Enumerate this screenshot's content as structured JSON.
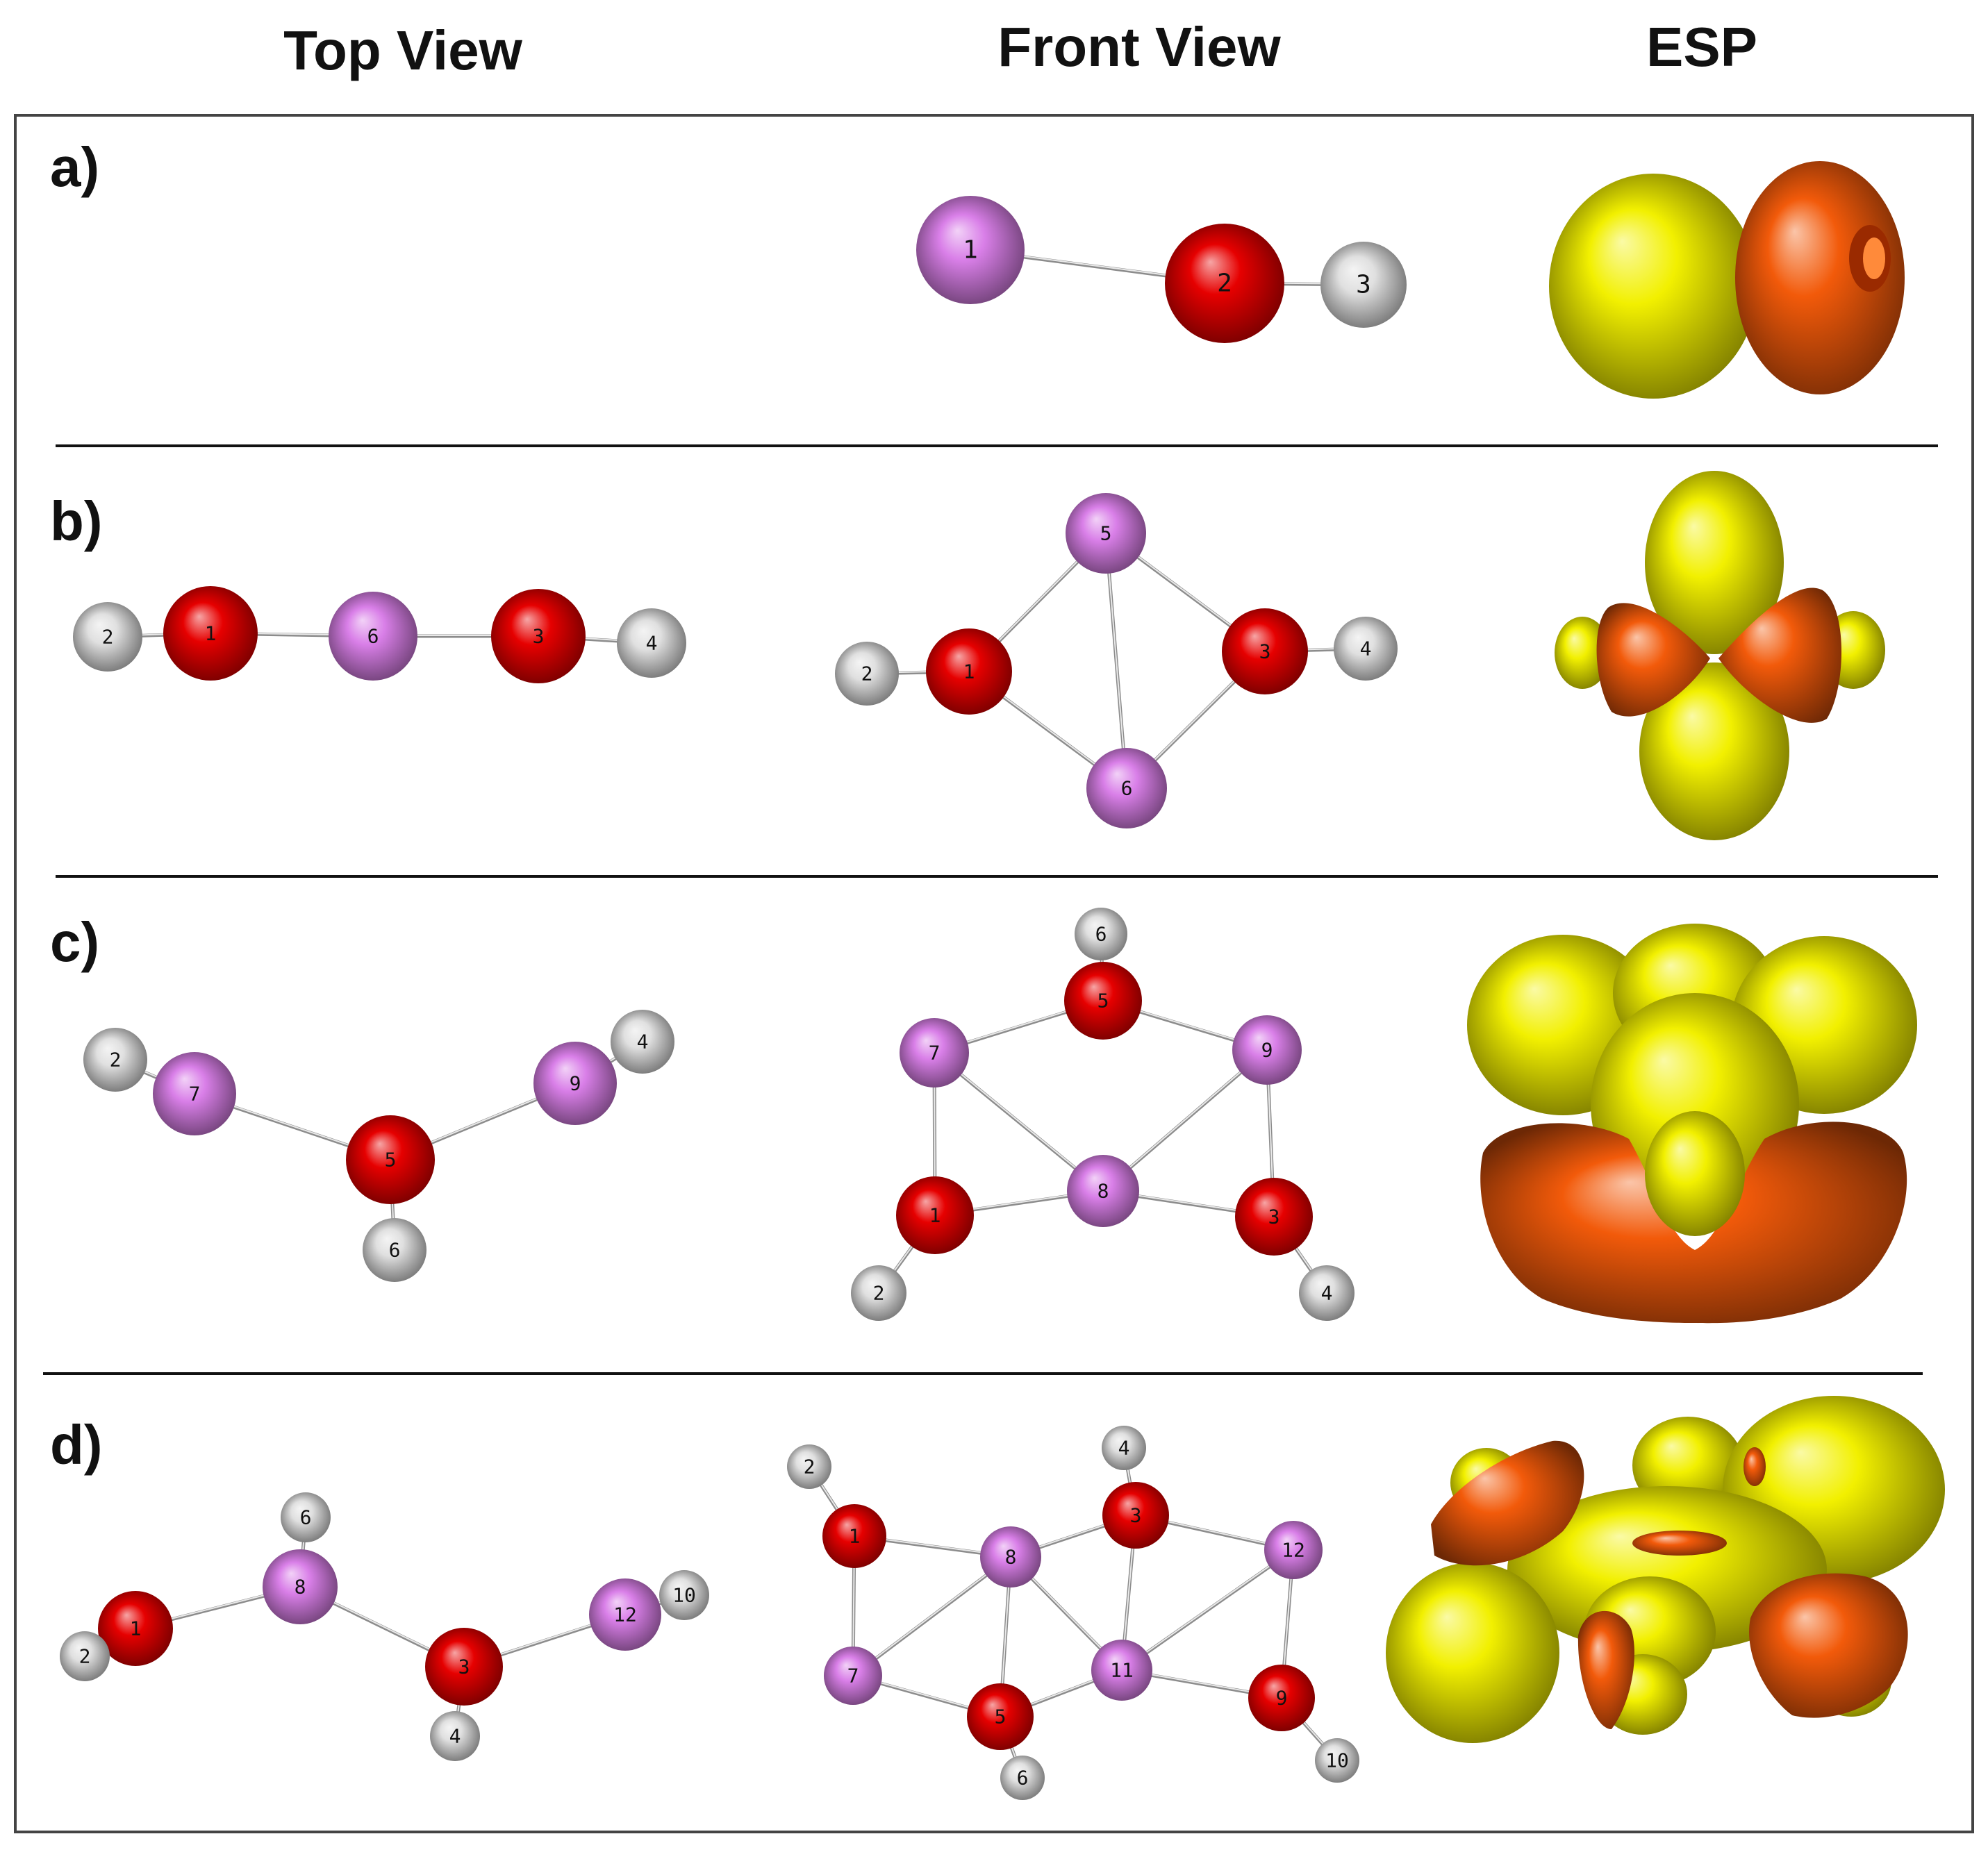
{
  "column_titles": [
    "Top View",
    "Front View",
    "ESP"
  ],
  "panel_labels": [
    "a)",
    "b)",
    "c)",
    "d)"
  ],
  "colors": {
    "I": "#d97fe8",
    "O": "#e60000",
    "H": "#e0e0e0",
    "esp_positive": "#f2f000",
    "esp_negative": "#f25a0a"
  },
  "panels": {
    "a": {
      "front": {
        "atoms": [
          {
            "n": "1",
            "el": "I"
          },
          {
            "n": "2",
            "el": "O"
          },
          {
            "n": "3",
            "el": "H"
          }
        ]
      }
    },
    "b": {
      "top": {
        "atoms": [
          {
            "n": "2",
            "el": "H"
          },
          {
            "n": "1",
            "el": "O"
          },
          {
            "n": "6",
            "el": "I"
          },
          {
            "n": "3",
            "el": "O"
          },
          {
            "n": "4",
            "el": "H"
          }
        ]
      },
      "front": {
        "atoms": [
          {
            "n": "5",
            "el": "I"
          },
          {
            "n": "2",
            "el": "H"
          },
          {
            "n": "1",
            "el": "O"
          },
          {
            "n": "3",
            "el": "O"
          },
          {
            "n": "4",
            "el": "H"
          },
          {
            "n": "6",
            "el": "I"
          }
        ]
      }
    },
    "c": {
      "top": {
        "atoms": [
          {
            "n": "2",
            "el": "H"
          },
          {
            "n": "7",
            "el": "I"
          },
          {
            "n": "9",
            "el": "I"
          },
          {
            "n": "4",
            "el": "H"
          },
          {
            "n": "5",
            "el": "O"
          },
          {
            "n": "6",
            "el": "H"
          }
        ]
      },
      "front": {
        "atoms": [
          {
            "n": "6",
            "el": "H"
          },
          {
            "n": "5",
            "el": "O"
          },
          {
            "n": "7",
            "el": "I"
          },
          {
            "n": "9",
            "el": "I"
          },
          {
            "n": "8",
            "el": "I"
          },
          {
            "n": "1",
            "el": "O"
          },
          {
            "n": "3",
            "el": "O"
          },
          {
            "n": "2",
            "el": "H"
          },
          {
            "n": "4",
            "el": "H"
          }
        ]
      }
    },
    "d": {
      "top": {
        "atoms": [
          {
            "n": "6",
            "el": "H"
          },
          {
            "n": "8",
            "el": "I"
          },
          {
            "n": "1",
            "el": "O"
          },
          {
            "n": "2",
            "el": "H"
          },
          {
            "n": "3",
            "el": "O"
          },
          {
            "n": "4",
            "el": "H"
          },
          {
            "n": "12",
            "el": "I"
          },
          {
            "n": "10",
            "el": "H"
          }
        ]
      },
      "front": {
        "atoms": [
          {
            "n": "2",
            "el": "H"
          },
          {
            "n": "4",
            "el": "H"
          },
          {
            "n": "1",
            "el": "O"
          },
          {
            "n": "3",
            "el": "O"
          },
          {
            "n": "8",
            "el": "I"
          },
          {
            "n": "12",
            "el": "I"
          },
          {
            "n": "7",
            "el": "I"
          },
          {
            "n": "11",
            "el": "I"
          },
          {
            "n": "5",
            "el": "O"
          },
          {
            "n": "9",
            "el": "O"
          },
          {
            "n": "6",
            "el": "H"
          },
          {
            "n": "10",
            "el": "H"
          }
        ]
      }
    }
  }
}
